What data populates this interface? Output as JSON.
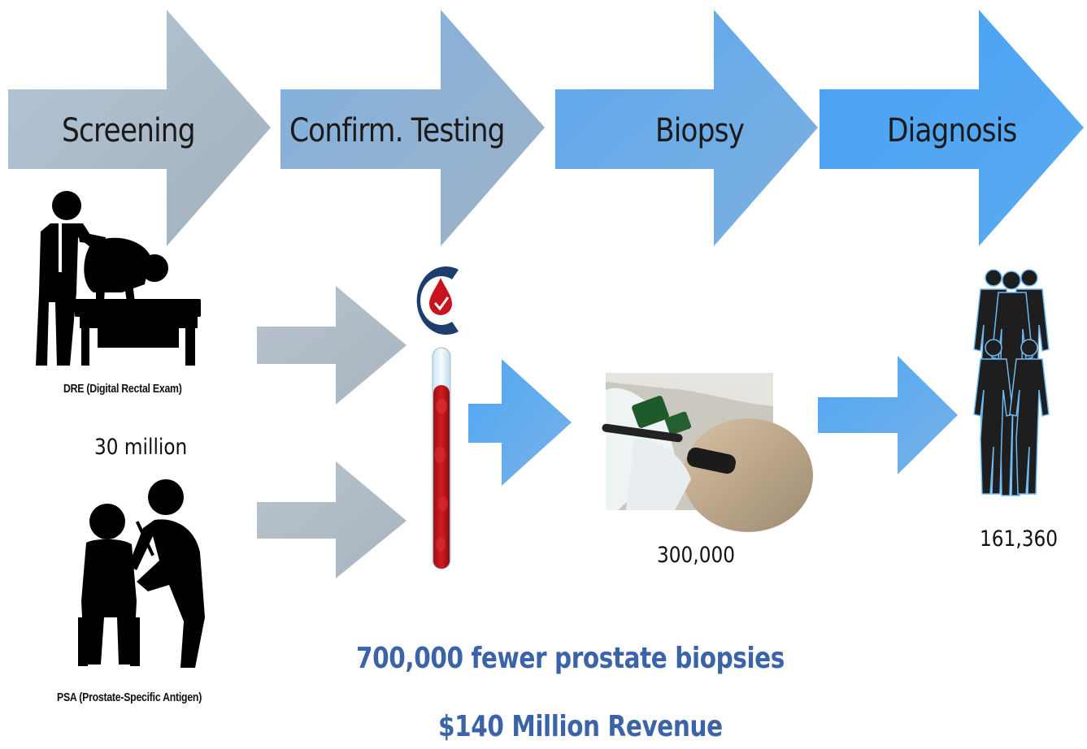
{
  "stages": [
    {
      "label": "Screening"
    },
    {
      "label": "Confirm. Testing"
    },
    {
      "label": "Biopsy"
    },
    {
      "label": "Diagnosis"
    }
  ],
  "screening": {
    "dre_caption": "DRE (Digital Rectal Exam)",
    "psa_caption": "PSA (Prostate-Specific Antigen)",
    "count": "30 million"
  },
  "biopsy": {
    "count": "300,000"
  },
  "diagnosis": {
    "count": "161,360"
  },
  "highlights": {
    "fewer_biopsies": "700,000 fewer prostate biopsies",
    "revenue": "$140 Million Revenue"
  },
  "icons": {
    "logo": "blood-drop-check-logo",
    "test_tube": "blood-test-tube-icon",
    "dre": "dre-exam-icon",
    "psa": "blood-draw-icon",
    "people": "population-silhouettes-icon"
  },
  "colors": {
    "arrow_gray": "#a9b9c9",
    "arrow_blue": "#4aa3f2",
    "highlight_blue": "#3b63a8",
    "logo_navy": "#1d3d6e",
    "blood_red": "#c8141e"
  }
}
